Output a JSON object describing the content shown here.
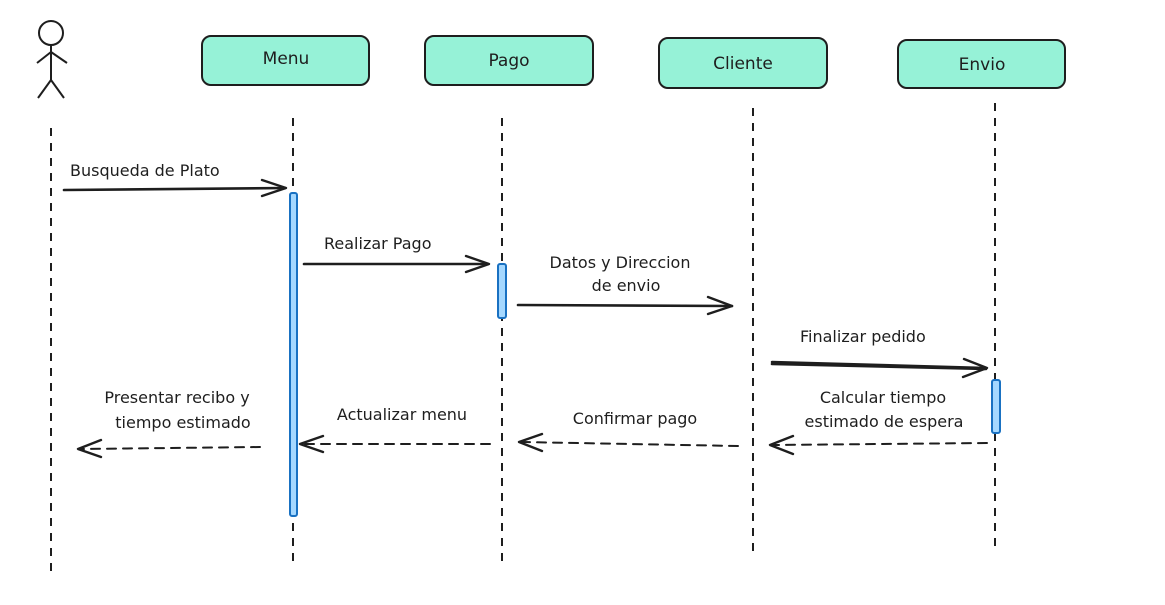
{
  "colors": {
    "participant_fill": "#96f2d7",
    "activation_fill": "#a5d8ff",
    "activation_stroke": "#1971c2",
    "stroke": "#1e1e1e"
  },
  "participants": [
    {
      "key": "menu",
      "label": "Menu"
    },
    {
      "key": "pago",
      "label": "Pago"
    },
    {
      "key": "cliente",
      "label": "Cliente"
    },
    {
      "key": "envio",
      "label": "Envio"
    }
  ],
  "messages": [
    {
      "key": "busqueda",
      "lines": [
        "Busqueda de Plato"
      ]
    },
    {
      "key": "realizar",
      "lines": [
        "Realizar Pago"
      ]
    },
    {
      "key": "datos",
      "lines": [
        "Datos y Direccion",
        "de envio"
      ]
    },
    {
      "key": "finalizar",
      "lines": [
        "Finalizar pedido"
      ]
    },
    {
      "key": "calcular",
      "lines": [
        "Calcular tiempo",
        "estimado de espera"
      ]
    },
    {
      "key": "confirmar",
      "lines": [
        "Confirmar pago"
      ]
    },
    {
      "key": "actualizar",
      "lines": [
        "Actualizar menu"
      ]
    },
    {
      "key": "presentar",
      "lines": [
        "Presentar recibo y",
        "tiempo estimado"
      ]
    }
  ]
}
